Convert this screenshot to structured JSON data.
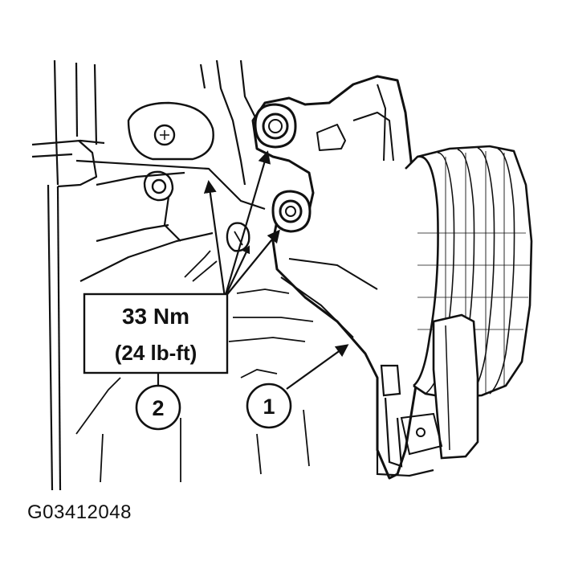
{
  "torque_box": {
    "metric": "33 Nm",
    "imperial": "(24 lb-ft)"
  },
  "callouts": [
    {
      "label": "1"
    },
    {
      "label": "2"
    }
  ],
  "figure_id": "G03412048",
  "colors": {
    "ink": "#111111",
    "background": "#ffffff"
  }
}
